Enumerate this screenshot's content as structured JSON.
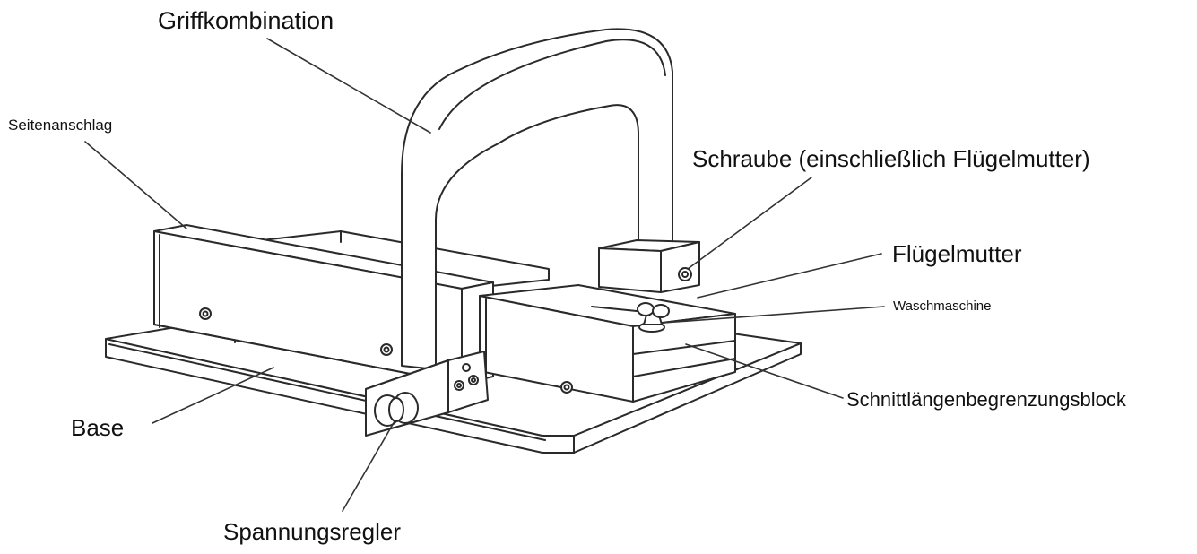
{
  "labels": {
    "griffkombination": "Griffkombination",
    "seitenanschlag": "Seitenanschlag",
    "schraube": "Schraube  (einschließlich  Flügelmutter)",
    "fluegelmutter": "Flügelmutter",
    "waschmaschine": "Waschmaschine",
    "schnittlaengenbegrenzungsblock": "Schnittlängenbegrenzungsblock",
    "base": "Base",
    "spannungsregler": "Spannungsregler"
  },
  "colors": {
    "line": "#2a2a2a",
    "fill": "#ffffff",
    "text": "#111111"
  }
}
